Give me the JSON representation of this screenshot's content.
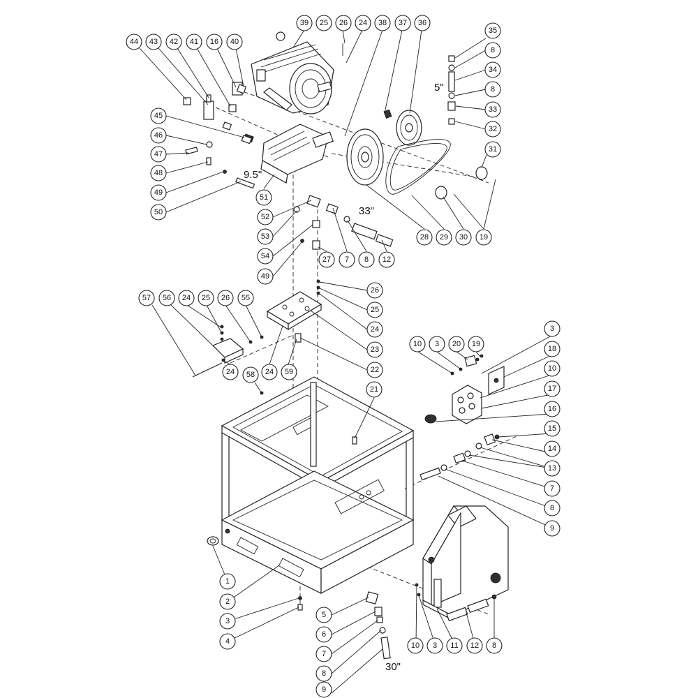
{
  "callouts": {
    "c44": "44",
    "c43": "43",
    "c42": "42",
    "c41": "41",
    "c16a": "16",
    "c40": "40",
    "c39": "39",
    "c25a": "25",
    "c26a": "26",
    "c24a": "24",
    "c38": "38",
    "c37": "37",
    "c36": "36",
    "c35": "35",
    "c8a": "8",
    "c34": "34",
    "c8b": "8",
    "c33": "33",
    "c32": "32",
    "c45": "45",
    "c46": "46",
    "c47": "47",
    "c48": "48",
    "c49a": "49",
    "c50": "50",
    "c31": "31",
    "c51": "51",
    "c52": "52",
    "c53": "53",
    "c54": "54",
    "c49b": "49",
    "c27": "27",
    "c7a": "7",
    "c8c": "8",
    "c12a": "12",
    "c28": "28",
    "c29": "29",
    "c30": "30",
    "c19a": "19",
    "c57": "57",
    "c56": "56",
    "c24b": "24",
    "c25b": "25",
    "c26b": "26",
    "c55": "55",
    "c26c": "26",
    "c25c": "25",
    "c24c": "24",
    "c23": "23",
    "c22": "22",
    "c24d": "24",
    "c24e": "24",
    "c59": "59",
    "c58": "58",
    "c21": "21",
    "c10a": "10",
    "c3a": "3",
    "c20": "20",
    "c19b": "19",
    "c3b": "3",
    "c18": "18",
    "c10b": "10",
    "c17": "17",
    "c16b": "16",
    "c15": "15",
    "c14": "14",
    "c13": "13",
    "c7b": "7",
    "c8d": "8",
    "c9a": "9",
    "c1": "1",
    "c2": "2",
    "c3c": "3",
    "c4": "4",
    "c5": "5",
    "c6": "6",
    "c7c": "7",
    "c8e": "8",
    "c9b": "9",
    "c10c": "10",
    "c3d": "3",
    "c11": "11",
    "c12b": "12",
    "c8f": "8"
  },
  "dimensions": {
    "pulley_5": "5\"",
    "pulley_9_5": "9.5\"",
    "belt_33": "33\"",
    "hose_30": "30\""
  }
}
